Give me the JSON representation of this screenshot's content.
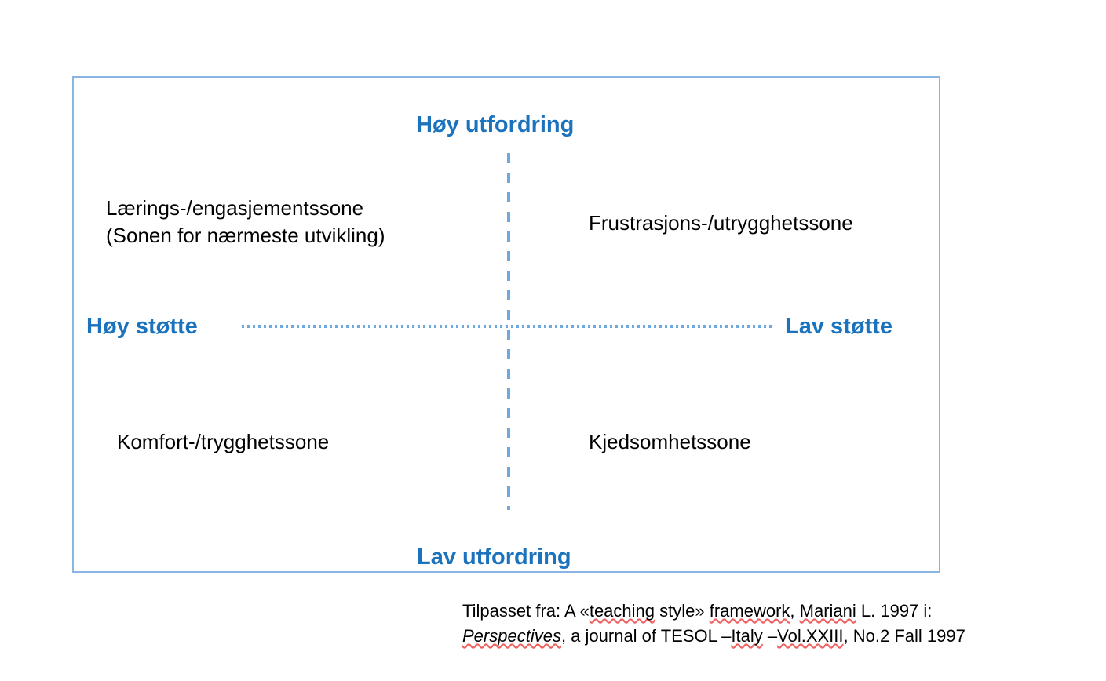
{
  "diagram": {
    "title": "Challenge / support quadrant model",
    "frame": {
      "border_color": "#8AB4E2",
      "background": "#FFFFFF"
    },
    "accent_color": "#1B72BD",
    "divider_color": "#6FA8DC",
    "spellcheck_underline_color": "#F06060",
    "axes": {
      "top_label": "Høy utfordring",
      "bottom_label": "Lav utfordring",
      "left_label": "Høy støtte",
      "right_label": "Lav støtte"
    },
    "zones": {
      "top_left": "Lærings-/engasjementssone\n(Sonen for nærmeste utvikling)",
      "top_right": "Frustrasjons-/utrygghetssone",
      "bottom_left": "Komfort-/trygghetssone",
      "bottom_right": "Kjedsomhetssone"
    }
  },
  "citation": {
    "line1": {
      "prefix": "Tilpasset fra: A «",
      "word_teaching": "teaching",
      "mid1": " style» ",
      "word_framework": "framework",
      "mid2": ", ",
      "word_mariani": "Mariani",
      "suffix": " L. 1997 i:"
    },
    "line2": {
      "journal": "Perspectives",
      "mid1": ", a journal of TESOL –",
      "word_italy": "Italy",
      "mid2": " –",
      "word_vol": "Vol.XXIII",
      "suffix": ", No.2 Fall 1997"
    }
  }
}
